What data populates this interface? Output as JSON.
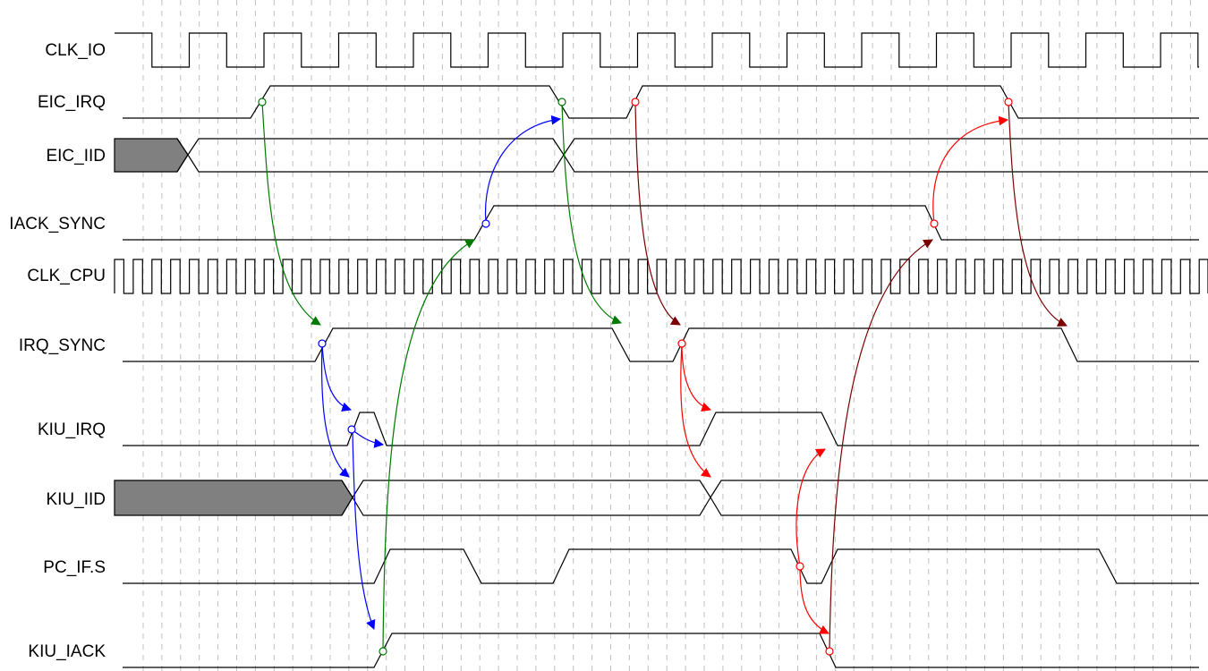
{
  "diagram": {
    "signals": [
      {
        "id": "clk_io",
        "label": "CLK_IO"
      },
      {
        "id": "eic_irq",
        "label": "EIC_IRQ"
      },
      {
        "id": "eic_iid",
        "label": "EIC_IID"
      },
      {
        "id": "iack_sync",
        "label": "IACK_SYNC"
      },
      {
        "id": "clk_cpu",
        "label": "CLK_CPU"
      },
      {
        "id": "irq_sync",
        "label": "IRQ_SYNC"
      },
      {
        "id": "kiu_irq",
        "label": "KIU_IRQ"
      },
      {
        "id": "kiu_iid",
        "label": "KIU_IID"
      },
      {
        "id": "pc_if_s",
        "label": "PC_IF.S"
      },
      {
        "id": "kiu_iack",
        "label": "KIU_IACK"
      }
    ],
    "colors": {
      "signal": "#000000",
      "grid": "#c0c0c0",
      "bus_unknown": "#808080",
      "arrow_green": "#007a00",
      "arrow_blue": "#0000ff",
      "arrow_red": "#ff0000",
      "arrow_darkred": "#7a0000"
    }
  }
}
